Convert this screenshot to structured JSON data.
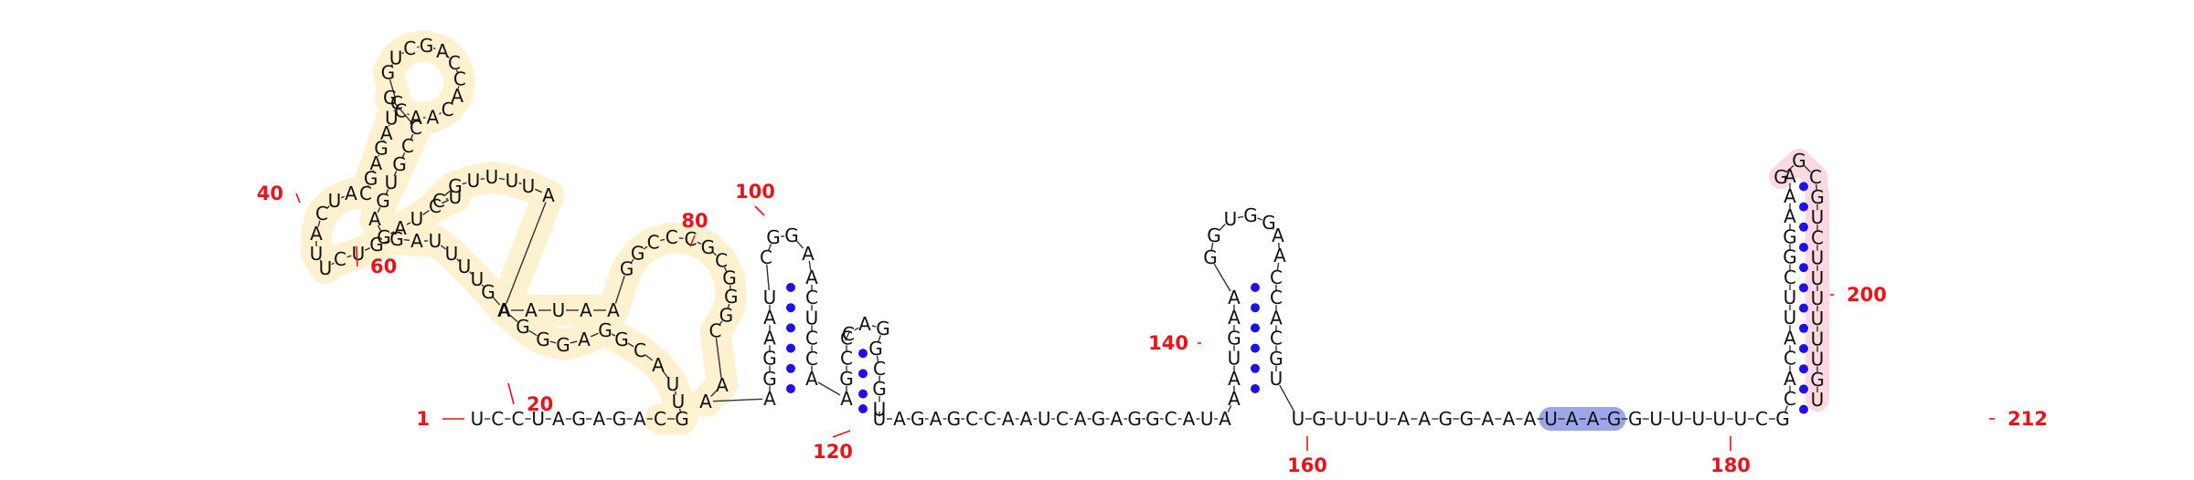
{
  "diagram": {
    "sequence": "UCCUAGAGACGUUACGGAGGGAGUUUUAGGUCUUACUACGAGAUCGUCGACCACAACGCCGUGAGAUCUCGUUUUAAAUAAGGCCCGCGGGCAAAGGAAUCGGAACUCCAAGCCCAGGCGUUAGAGCCAAUCAGAGGCAUAAAUGAAGGUGGAACCACGUUGUUUAAGGAAAUAAGGUUUUUCGCACAUUCGGAAAGGCGUCUUUUUUGU",
    "position_labels": [
      "1",
      "20",
      "40",
      "60",
      "80",
      "100",
      "120",
      "140",
      "160",
      "180",
      "200",
      "212"
    ],
    "pair_color": "#1f10e6",
    "label_color": "#e8141b",
    "highlight_colors": {
      "orange_outline": "#f2c84b",
      "orange_fill": "#fdf1cf",
      "blue_fill": "#9da6ea",
      "blue_outline": "#6a74c9",
      "pink_fill": "#fcd9e1",
      "pink_outline": "#e0467a"
    }
  }
}
